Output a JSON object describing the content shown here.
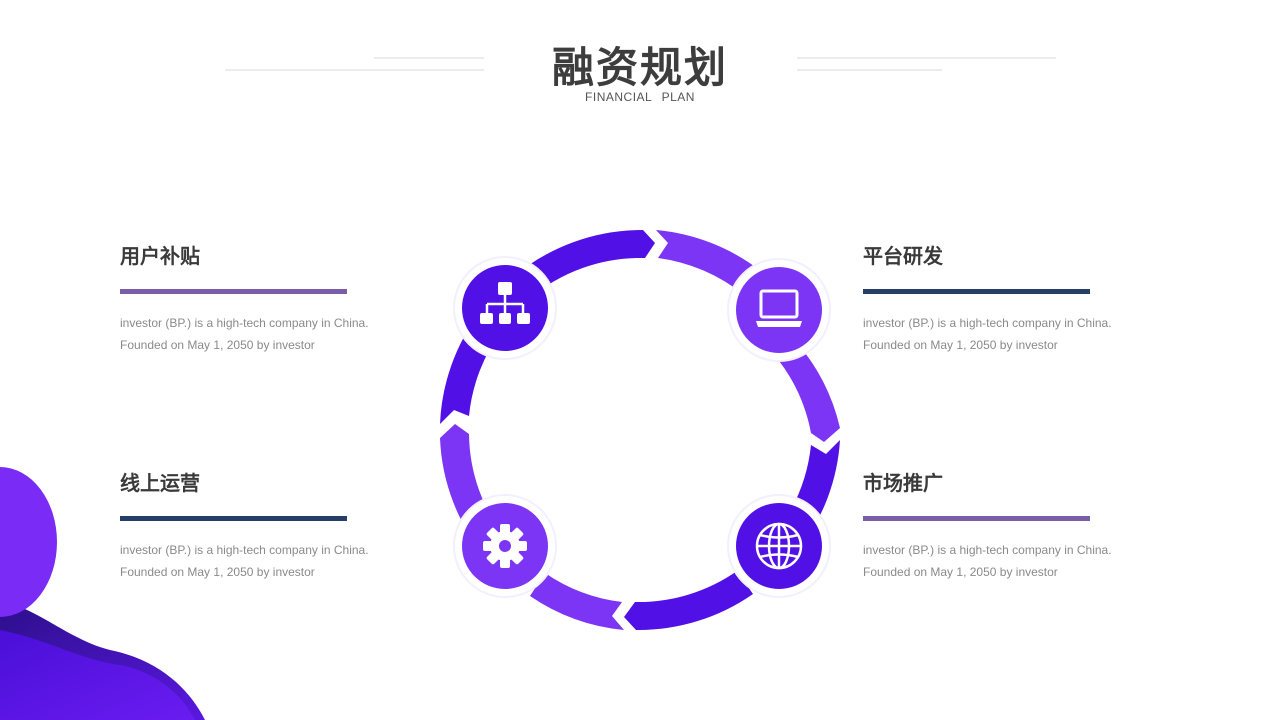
{
  "header": {
    "title": "融资规划",
    "subtitle": "FINANCIAL PLAN"
  },
  "colors": {
    "primary_purple": "#5010e6",
    "light_purple": "#7c35f5",
    "bar_purple": "#7c5ea8",
    "bar_navy": "#263f67"
  },
  "cycle": {
    "icons": [
      "sitemap-icon",
      "laptop-icon",
      "globe-icon",
      "gear-icon"
    ]
  },
  "blocks": [
    {
      "title": "用户补贴",
      "line1": "investor (BP.) is a high-tech company in China.",
      "line2": "Founded on May 1, 2050 by investor"
    },
    {
      "title": "平台研发",
      "line1": "investor (BP.) is a high-tech company in China.",
      "line2": "Founded on May 1, 2050 by investor"
    },
    {
      "title": "线上运营",
      "line1": "investor (BP.) is a high-tech company in China.",
      "line2": "Founded on May 1, 2050 by investor"
    },
    {
      "title": "市场推广",
      "line1": "investor (BP.) is a high-tech company in China.",
      "line2": "Founded on May 1, 2050 by investor"
    }
  ]
}
